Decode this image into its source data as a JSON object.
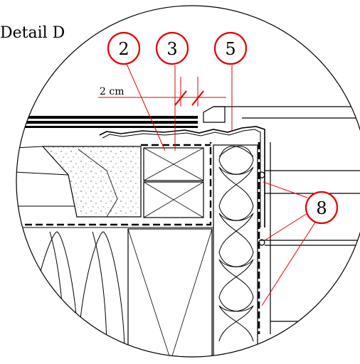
{
  "title": "Detail D",
  "dimension": {
    "value_label": "2 cm"
  },
  "callouts": [
    {
      "id": "2",
      "label": "2"
    },
    {
      "id": "3",
      "label": "3"
    },
    {
      "id": "5",
      "label": "5"
    },
    {
      "id": "8",
      "label": "8"
    }
  ],
  "colors": {
    "callout": "#e60000",
    "line": "#000000",
    "background": "#ffffff"
  }
}
